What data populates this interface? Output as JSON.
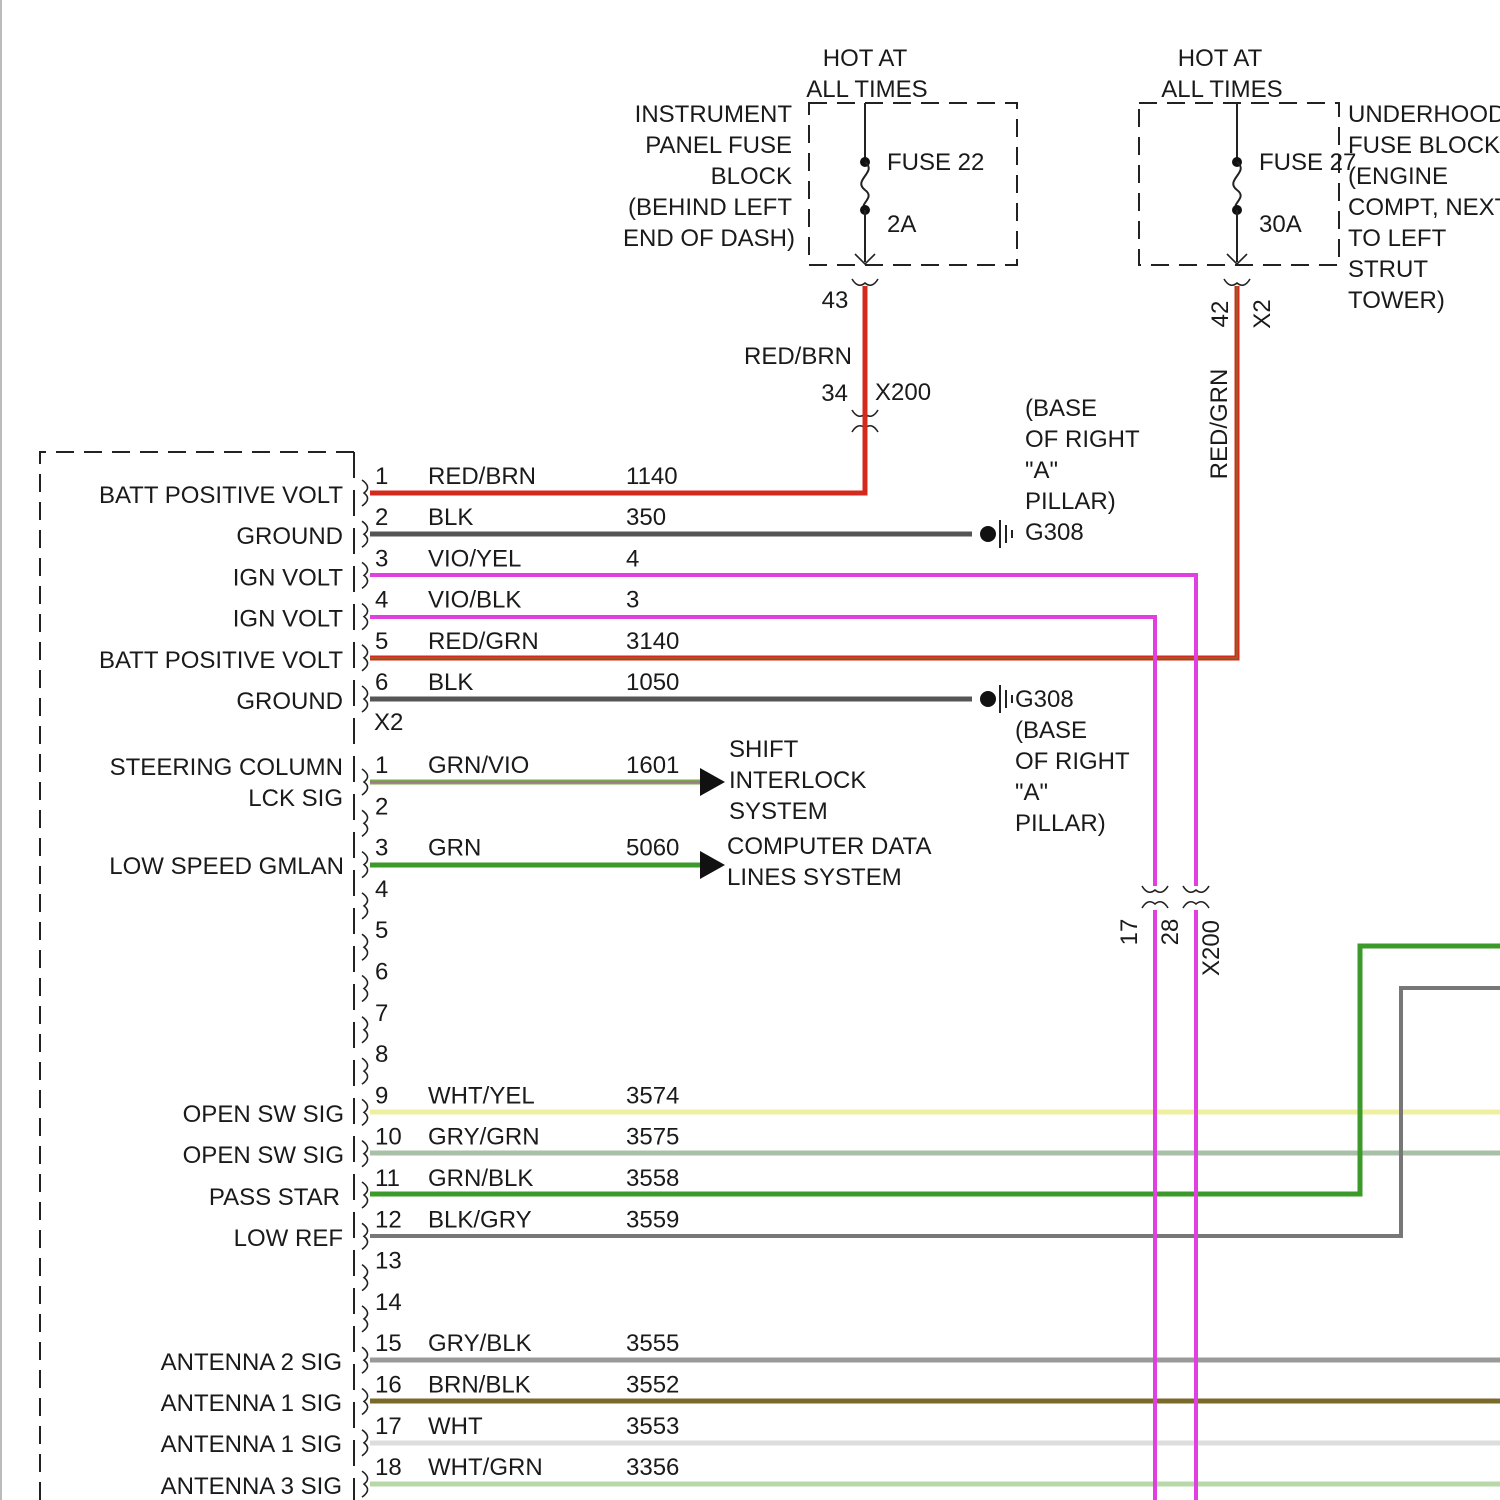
{
  "fuse_blocks": [
    {
      "hot": [
        "HOT AT",
        "ALL TIMES"
      ],
      "fuse": "FUSE 22",
      "amp": "2A",
      "desc": [
        "INSTRUMENT",
        "PANEL FUSE",
        "BLOCK",
        "(BEHIND LEFT",
        "END OF DASH)"
      ],
      "pin": "43",
      "wire_color": "RED/BRN"
    },
    {
      "hot": [
        "HOT AT",
        "ALL TIMES"
      ],
      "fuse": "FUSE 27",
      "amp": "30A",
      "desc": [
        "UNDERHOOD",
        "FUSE BLOCK",
        "(ENGINE",
        "COMPT, NEXT",
        "TO LEFT",
        "STRUT",
        "TOWER)"
      ],
      "pin": "42",
      "connector": "X2",
      "wire_color": "RED/GRN"
    }
  ],
  "x200_top": {
    "pin": "34",
    "label": "X200"
  },
  "x200_bottom": {
    "pins": [
      "17",
      "28"
    ],
    "label": "X200"
  },
  "grounds": [
    {
      "label": "G308",
      "desc": [
        "(BASE",
        "OF RIGHT",
        "\"A\"",
        "PILLAR)"
      ]
    },
    {
      "label": "G308",
      "desc": [
        "(BASE",
        "OF RIGHT",
        "\"A\"",
        "PILLAR)"
      ]
    }
  ],
  "destinations": [
    {
      "lines": [
        "SHIFT",
        "INTERLOCK",
        "SYSTEM"
      ]
    },
    {
      "lines": [
        "COMPUTER DATA",
        "LINES SYSTEM"
      ]
    }
  ],
  "connector_x1": [
    {
      "pin": "1",
      "func": "BATT POSITIVE VOLT",
      "color": "RED/BRN",
      "circuit": "1140"
    },
    {
      "pin": "2",
      "func": "GROUND",
      "color": "BLK",
      "circuit": "350"
    },
    {
      "pin": "3",
      "func": "IGN VOLT",
      "color": "VIO/YEL",
      "circuit": "4"
    },
    {
      "pin": "4",
      "func": "IGN VOLT",
      "color": "VIO/BLK",
      "circuit": "3"
    },
    {
      "pin": "5",
      "func": "BATT POSITIVE VOLT",
      "color": "RED/GRN",
      "circuit": "3140"
    },
    {
      "pin": "6",
      "func": "GROUND",
      "color": "BLK",
      "circuit": "1050"
    }
  ],
  "x2_label": "X2",
  "connector_x2": [
    {
      "pin": "1",
      "color": "GRN/VIO",
      "circuit": "1601"
    },
    {
      "pin": "2"
    },
    {
      "pin": "3",
      "color": "GRN",
      "circuit": "5060"
    },
    {
      "pin": "4"
    },
    {
      "pin": "5"
    },
    {
      "pin": "6"
    },
    {
      "pin": "7"
    },
    {
      "pin": "8"
    },
    {
      "pin": "9",
      "color": "WHT/YEL",
      "circuit": "3574"
    },
    {
      "pin": "10",
      "color": "GRY/GRN",
      "circuit": "3575"
    },
    {
      "pin": "11",
      "color": "GRN/BLK",
      "circuit": "3558"
    },
    {
      "pin": "12",
      "color": "BLK/GRY",
      "circuit": "3559"
    },
    {
      "pin": "13"
    },
    {
      "pin": "14"
    },
    {
      "pin": "15",
      "color": "GRY/BLK",
      "circuit": "3555"
    },
    {
      "pin": "16",
      "color": "BRN/BLK",
      "circuit": "3552"
    },
    {
      "pin": "17",
      "color": "WHT",
      "circuit": "3553"
    },
    {
      "pin": "18",
      "color": "WHT/GRN",
      "circuit": "3356"
    }
  ],
  "x2_functions": [
    {
      "text": "STEERING COLUMN"
    },
    {
      "text": "LCK SIG"
    },
    {
      "text": "LOW SPEED GMLAN"
    },
    {
      "text": "OPEN SW SIG"
    },
    {
      "text": "OPEN SW SIG"
    },
    {
      "text": "PASS STAR"
    },
    {
      "text": "LOW REF"
    },
    {
      "text": "ANTENNA 2 SIG"
    },
    {
      "text": "ANTENNA 1 SIG"
    },
    {
      "text": "ANTENNA 1 SIG"
    },
    {
      "text": "ANTENNA 3 SIG"
    }
  ],
  "wire_colors": {
    "red": "#d42a1e",
    "black": "#555555",
    "violet": "#e040e0",
    "green": "#3c9a2a",
    "green_violet": "#7aa84a",
    "white_yellow": "#eef0a0",
    "gray_green": "#a8c0a8",
    "gray": "#9a9a9a",
    "brown": "#7a6a2a",
    "white": "#dddddd",
    "white_green": "#b8d8a8"
  }
}
